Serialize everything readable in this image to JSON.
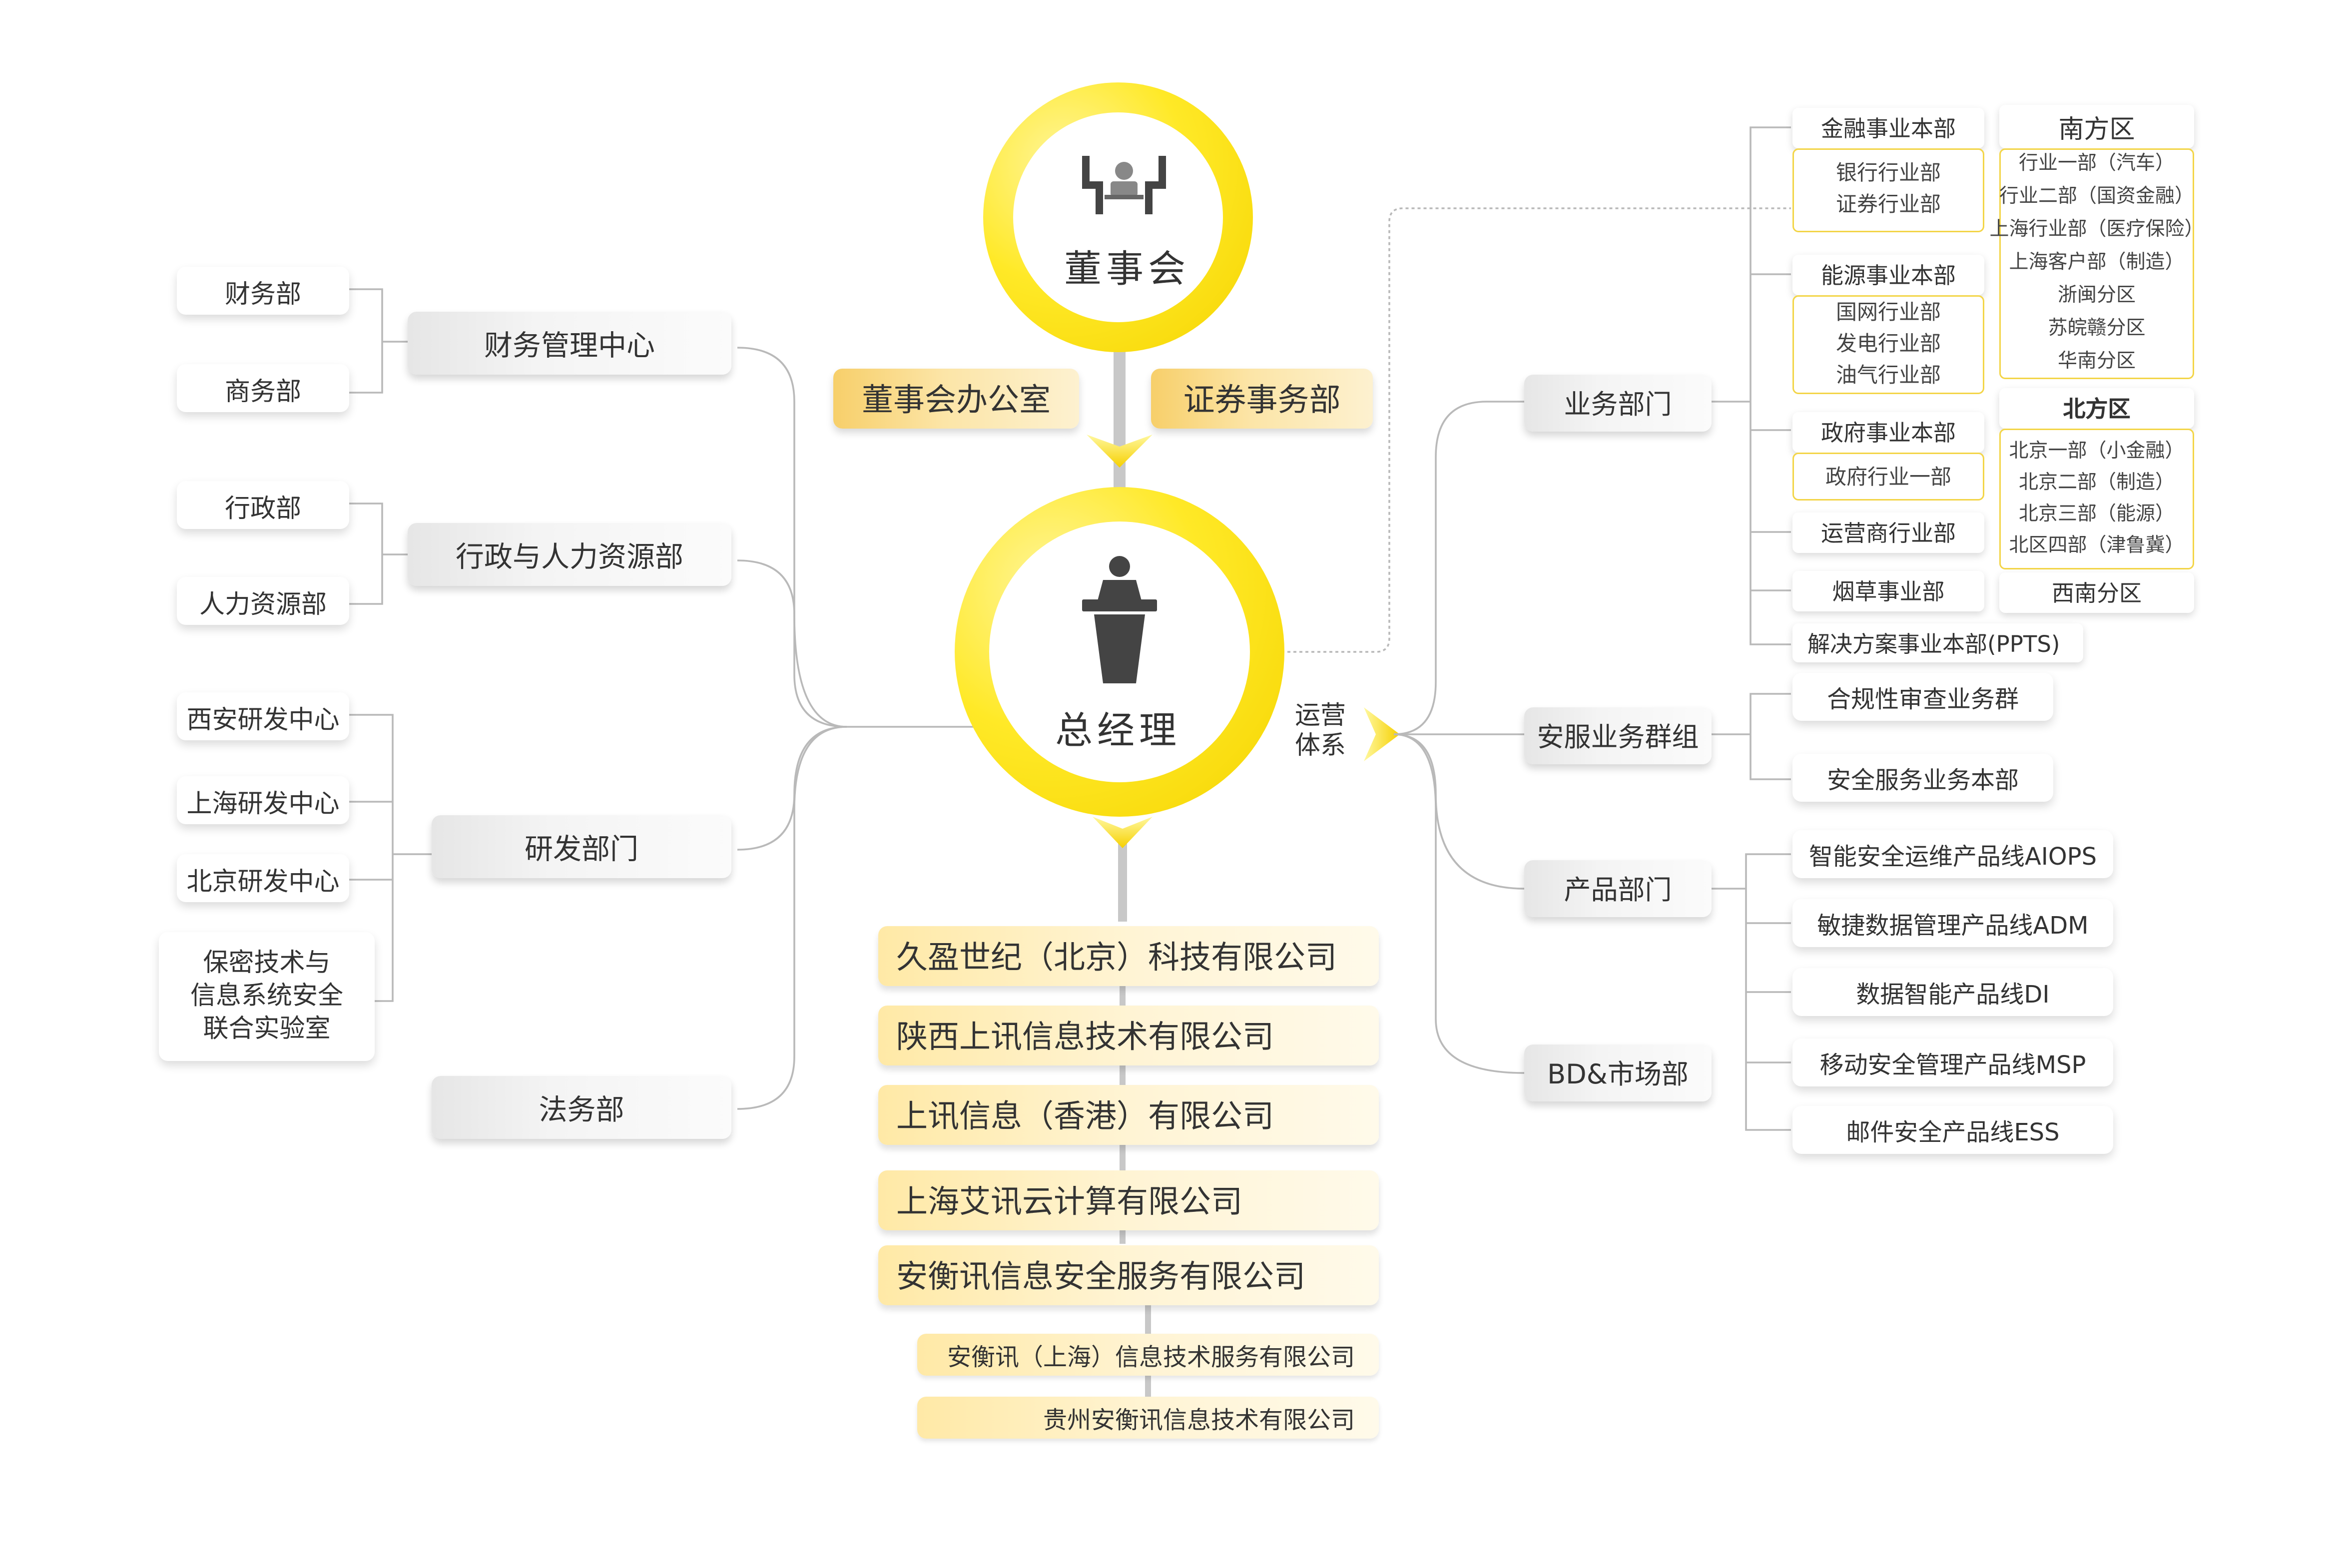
{
  "board": {
    "title": "董事会"
  },
  "board_offices": [
    "董事会办公室",
    "证券事务部"
  ],
  "gm": {
    "title": "总经理",
    "ops_line1": "运营",
    "ops_line2": "体系"
  },
  "left": {
    "finance_center": {
      "label": "财务管理中心",
      "children": [
        "财务部",
        "商务部"
      ]
    },
    "admin_hr": {
      "label": "行政与人力资源部",
      "children": [
        "行政部",
        "人力资源部"
      ]
    },
    "rnd": {
      "label": "研发部门",
      "children": [
        "西安研发中心",
        "上海研发中心",
        "北京研发中心"
      ],
      "lab_lines": [
        "保密技术与",
        "信息系统安全",
        "联合实验室"
      ]
    },
    "legal": {
      "label": "法务部"
    }
  },
  "right": {
    "business": {
      "label": "业务部门"
    },
    "finance_bu": {
      "label": "金融事业本部",
      "children": [
        "银行行业部",
        "证券行业部"
      ]
    },
    "energy_bu": {
      "label": "能源事业本部",
      "children": [
        "国网行业部",
        "发电行业部",
        "油气行业部"
      ]
    },
    "gov_bu": {
      "label": "政府事业本部",
      "children": [
        "政府行业一部"
      ]
    },
    "telecom": {
      "label": "运营商行业部"
    },
    "tobacco": {
      "label": "烟草事业部"
    },
    "south": {
      "label": "南方区",
      "children": [
        "行业一部（汽车）",
        "行业二部（国资金融）",
        "上海行业部（医疗保险）",
        "上海客户部（制造）",
        "浙闽分区",
        "苏皖赣分区",
        "华南分区"
      ]
    },
    "north": {
      "label": "北方区",
      "children": [
        "北京一部（小金融）",
        "北京二部（制造）",
        "北京三部（能源）",
        "北区四部（津鲁冀）"
      ]
    },
    "southwest": {
      "label": "西南分区"
    },
    "solutions": {
      "label": "解决方案事业本部(PPTS)"
    },
    "security_group": {
      "label": "安服业务群组",
      "children": [
        "合规性审查业务群",
        "安全服务业务本部"
      ]
    },
    "product": {
      "label": "产品部门",
      "children": [
        "智能安全运维产品线AIOPS",
        "敏捷数据管理产品线ADM",
        "数据智能产品线DI",
        "移动安全管理产品线MSP",
        "邮件安全产品线ESS"
      ]
    },
    "bd": {
      "label": "BD&市场部"
    }
  },
  "subsidiaries": [
    "久盈世纪（北京）科技有限公司",
    "陕西上讯信息技术有限公司",
    "上讯信息（香港）有限公司",
    "上海艾讯云计算有限公司",
    "安衡讯信息安全服务有限公司"
  ],
  "sub_subsidiaries": [
    "安衡讯（上海）信息技术服务有限公司",
    "贵州安衡讯信息技术有限公司"
  ],
  "icons": {
    "board": "meeting-table-icon",
    "gm": "speaker-podium-icon",
    "arrow": "chevron-down-icon"
  },
  "colors": {
    "accent": "#ffe31a",
    "accent_light": "#fff3b0",
    "line": "#b9b9b9",
    "spine": "#c8c8c8"
  }
}
